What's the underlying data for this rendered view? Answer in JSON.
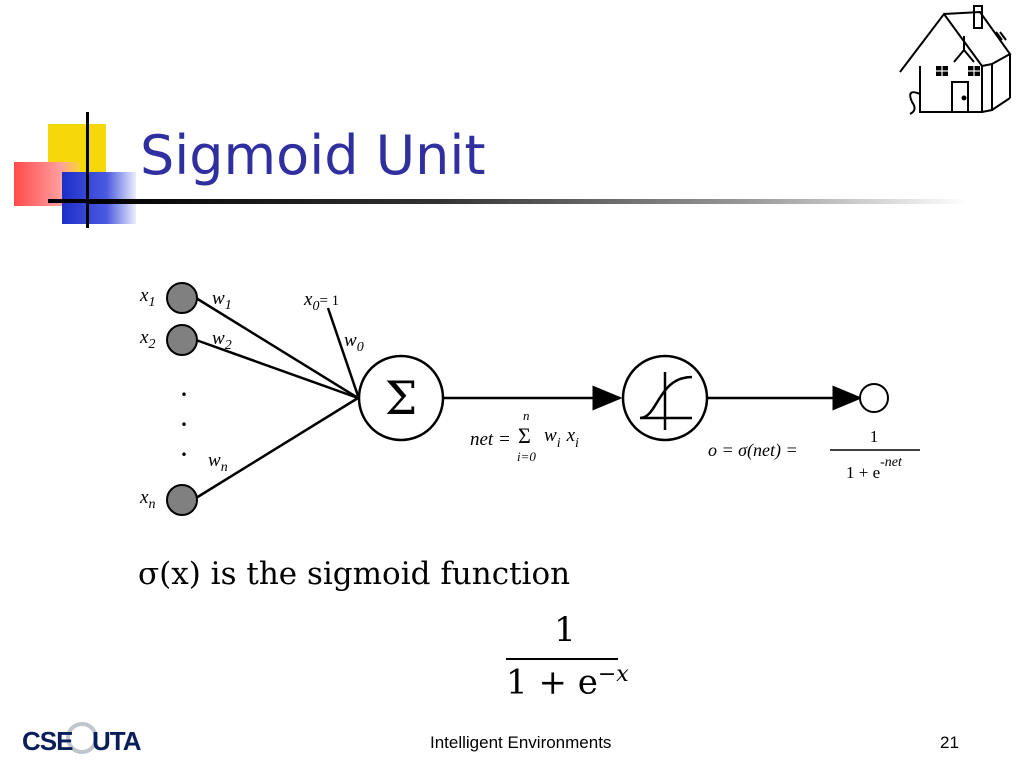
{
  "slide": {
    "title": "Sigmoid Unit",
    "footer_center": "Intelligent Environments",
    "page_number": "21",
    "logo_text": "CSE@UTA"
  },
  "diagram": {
    "inputs": [
      {
        "label": "x",
        "sub": "1"
      },
      {
        "label": "x",
        "sub": "2"
      },
      {
        "label": "x",
        "sub": "n"
      }
    ],
    "weights": [
      {
        "label": "w",
        "sub": "1"
      },
      {
        "label": "w",
        "sub": "2"
      },
      {
        "label": "w",
        "sub": "n"
      }
    ],
    "bias_input": {
      "label": "x",
      "sub": "0",
      "value": "= 1"
    },
    "bias_weight": {
      "label": "w",
      "sub": "0"
    },
    "ellipsis": ".",
    "sum_symbol": "Σ",
    "net_formula": {
      "lhs": "net =",
      "sum": "Σ",
      "upper": "n",
      "lower": "i=0",
      "term_w": "w",
      "term_w_sub": "i",
      "term_x": "x",
      "term_x_sub": "i"
    },
    "output_formula": {
      "lhs": "o = σ(net) =",
      "numerator": "1",
      "denominator": "1 + e",
      "exponent": "-net"
    }
  },
  "body": {
    "sigma_text": "σ(x) is the sigmoid function",
    "fraction": {
      "numerator": "1",
      "denominator": "1 + e",
      "exponent": "−x"
    }
  },
  "colors": {
    "title": "#2f2fa0",
    "accent_yellow": "#f5d80a",
    "accent_red": "#ff4a4a",
    "accent_blue": "#1d2fc8",
    "input_node": "#808080"
  }
}
